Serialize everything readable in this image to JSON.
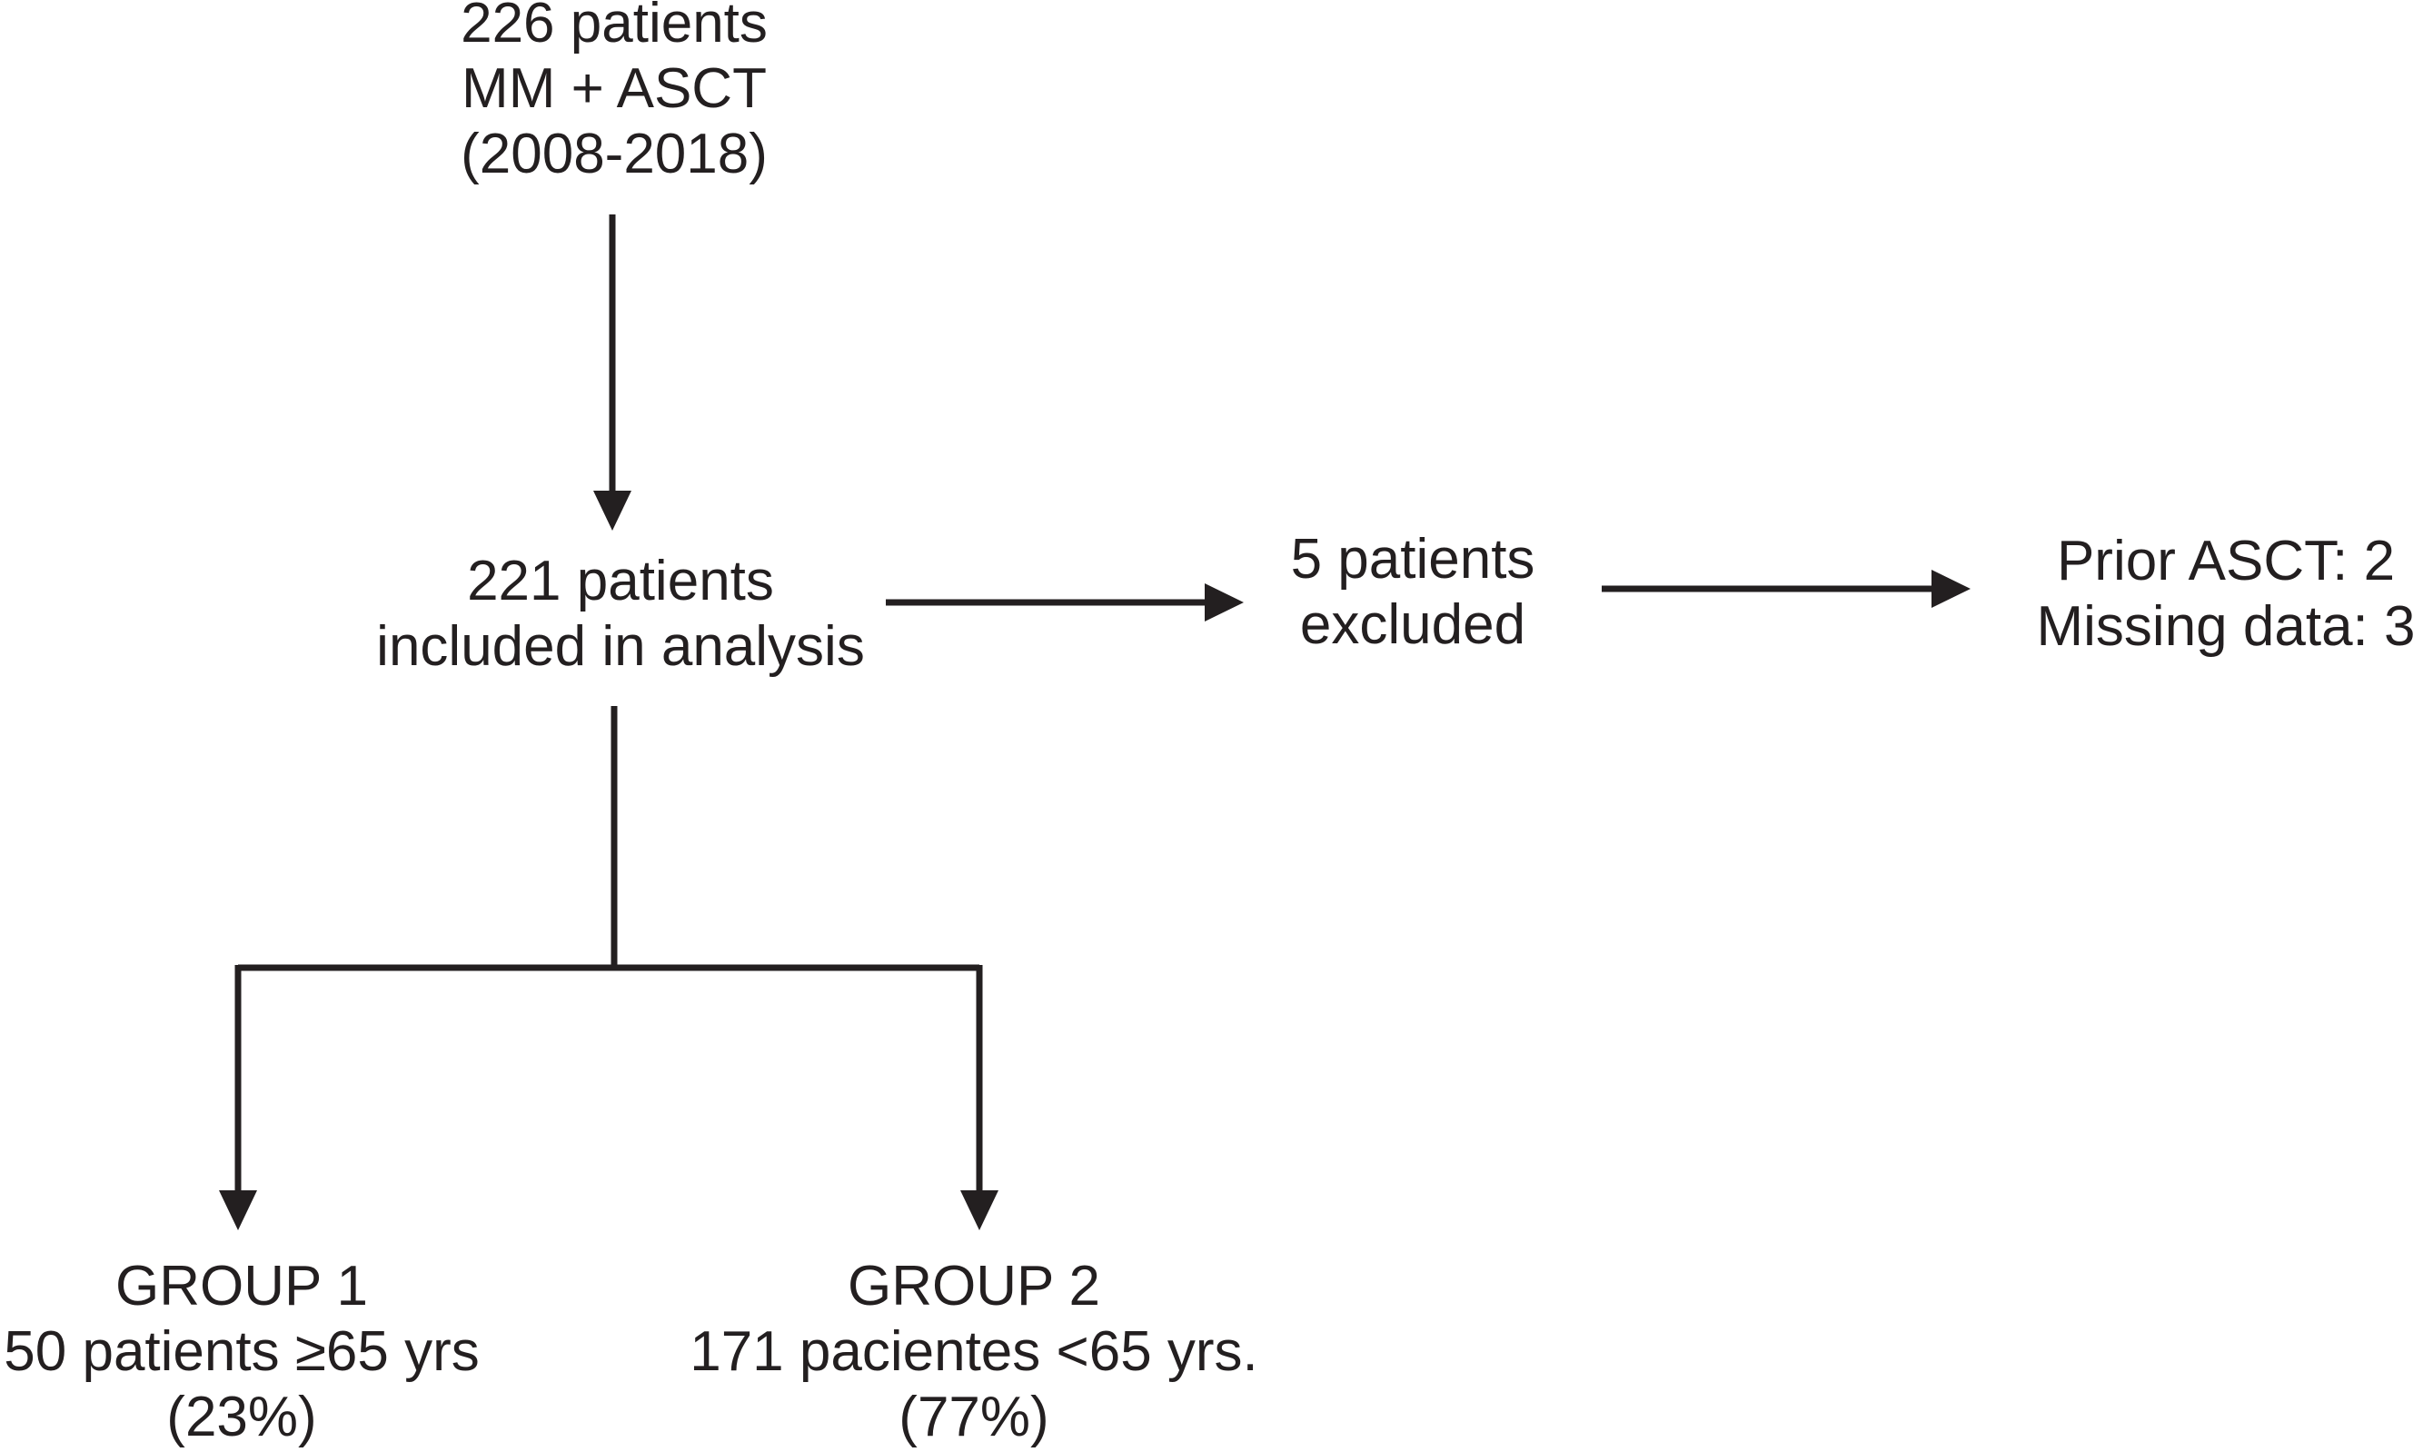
{
  "theme": {
    "background": "#ffffff",
    "ink": "#231f20"
  },
  "nodes": {
    "enrolled": {
      "lines": [
        "226 patients",
        "MM + ASCT",
        "(2008-2018)"
      ]
    },
    "included": {
      "lines": [
        "221 patients",
        "included in analysis"
      ]
    },
    "excluded": {
      "lines": [
        "5 patients",
        "excluded"
      ]
    },
    "exclusion_reasons": {
      "lines": [
        "Prior ASCT: 2",
        "Missing data: 3"
      ]
    },
    "group1": {
      "lines": [
        "GROUP 1",
        "50 patients ≥65 yrs",
        "(23%)"
      ]
    },
    "group2": {
      "lines": [
        "GROUP 2",
        "171 pacientes <65 yrs.",
        "(77%)"
      ]
    }
  }
}
